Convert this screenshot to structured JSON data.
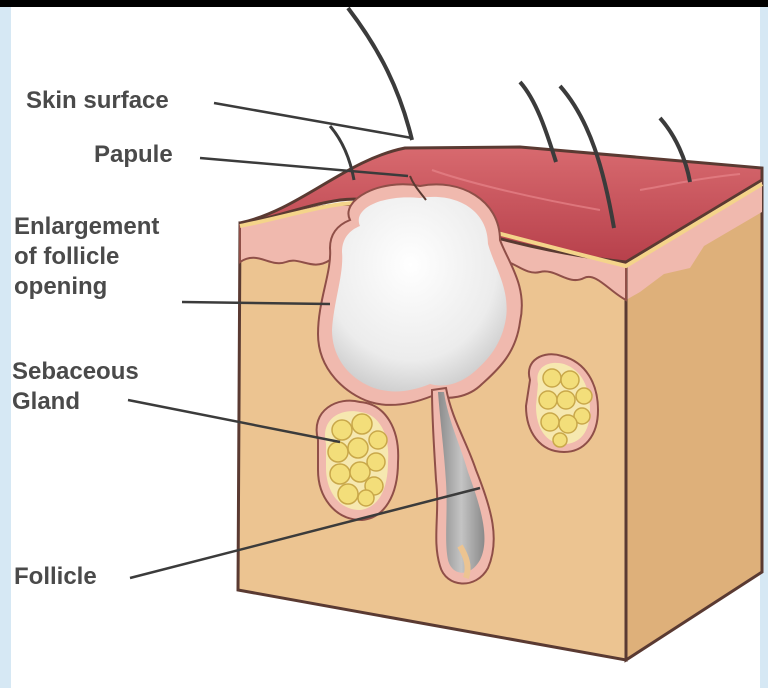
{
  "labels": {
    "skin_surface": "Skin surface",
    "papule": "Papule",
    "enlargement_line1": "Enlargement",
    "enlargement_line2": "of follicle",
    "enlargement_line3": "opening",
    "sebaceous_line1": "Sebaceous",
    "sebaceous_line2": "Gland",
    "follicle": "Follicle"
  },
  "colors": {
    "frame_top": "#000000",
    "frame_side": "#d6e8f4",
    "skin_top": "#c9515a",
    "skin_top_highlight": "#d96a70",
    "epidermis_pink": "#f0b9ae",
    "dermis": "#ecc491",
    "dermis_right": "#deb07a",
    "cyst_white": "#f2f2f2",
    "follicle_gray": "#a8a8a8",
    "gland_yellow": "#f3de7a",
    "outline": "#5a3a32"
  }
}
